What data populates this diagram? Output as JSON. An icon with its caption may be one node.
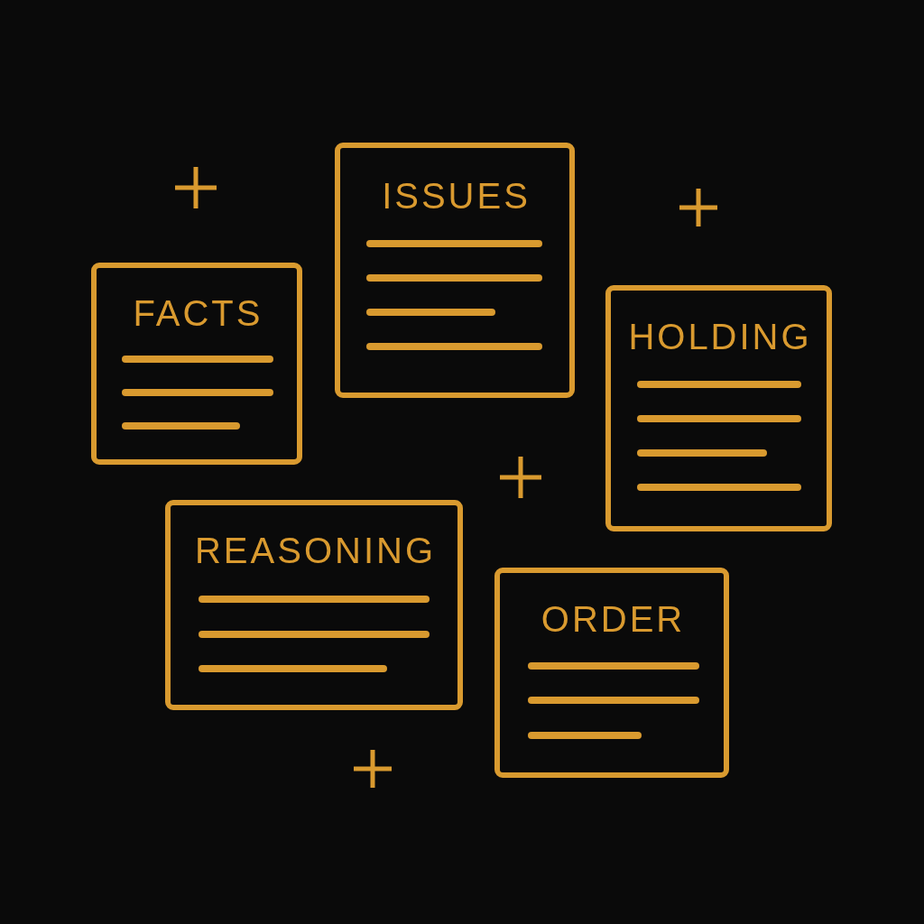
{
  "diagram": {
    "nodes": [
      {
        "text": [
          "FACTS"
        ]
      },
      {
        "text": [
          "ISSUES"
        ]
      },
      {
        "text": [
          "HOLDING"
        ]
      },
      {
        "text": [
          "REASONING"
        ]
      },
      {
        "text": [
          "ORDER"
        ]
      }
    ]
  }
}
